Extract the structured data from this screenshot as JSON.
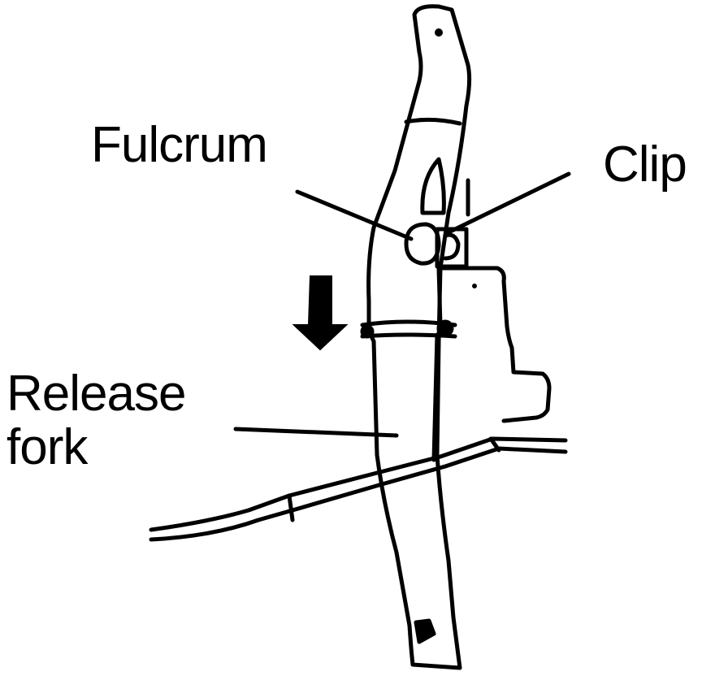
{
  "labels": {
    "fulcrum": "Fulcrum",
    "clip": "Clip",
    "release_line1": "Release",
    "release_line2": "fork"
  },
  "colors": {
    "ink": "#000000",
    "background": "#ffffff"
  }
}
